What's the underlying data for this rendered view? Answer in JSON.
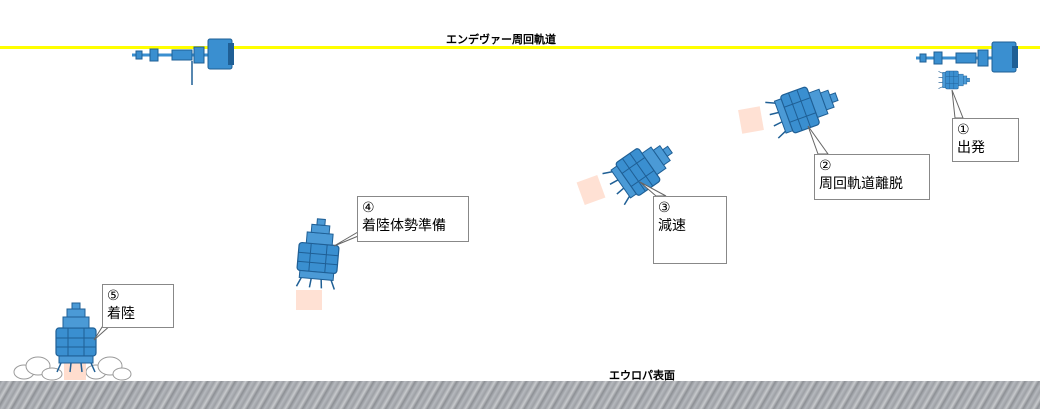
{
  "orbit": {
    "label": "エンデヴァー周回軌道",
    "color": "#ffff00"
  },
  "surface": {
    "label": "エウロパ表面"
  },
  "steps": [
    {
      "num": "①",
      "label": "出発"
    },
    {
      "num": "②",
      "label": "周回軌道離脱"
    },
    {
      "num": "③",
      "label": "減速"
    },
    {
      "num": "④",
      "label": "着陸体勢準備"
    },
    {
      "num": "⑤",
      "label": "着陸"
    }
  ],
  "colors": {
    "lander": "#3a8fd0",
    "lander_dark": "#1f5f95",
    "thrust": "#ffd9c9"
  }
}
